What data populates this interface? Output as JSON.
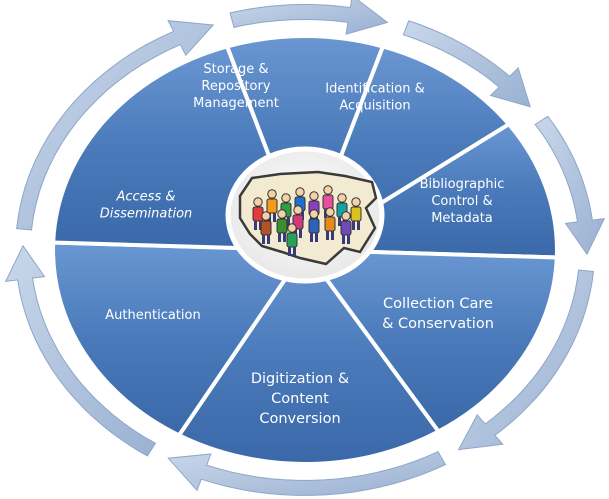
{
  "diagram": {
    "segments": [
      {
        "id": "storage",
        "lines": [
          "Storage &",
          "Repository",
          "Management"
        ]
      },
      {
        "id": "identification",
        "lines": [
          "Identification &",
          "Acquisition"
        ]
      },
      {
        "id": "bibliographic",
        "lines": [
          "Bibliographic",
          "Control &",
          "Metadata"
        ]
      },
      {
        "id": "collection-care",
        "lines": [
          "Collection Care",
          "& Conservation"
        ]
      },
      {
        "id": "digitization",
        "lines": [
          "Digitization &",
          "Content",
          "Conversion"
        ]
      },
      {
        "id": "authentication",
        "lines": [
          "Authentication"
        ]
      },
      {
        "id": "access",
        "lines": [
          "Access &",
          "Dissemination"
        ]
      }
    ],
    "colors": {
      "segment_fill": "#4d7cbc",
      "segment_edge": "#2d5a99",
      "arrow_fill": "#a9bedb",
      "separator": "#ffffff",
      "label": "#ffffff"
    },
    "center_icon": "people-crowd-on-us-map-icon"
  }
}
